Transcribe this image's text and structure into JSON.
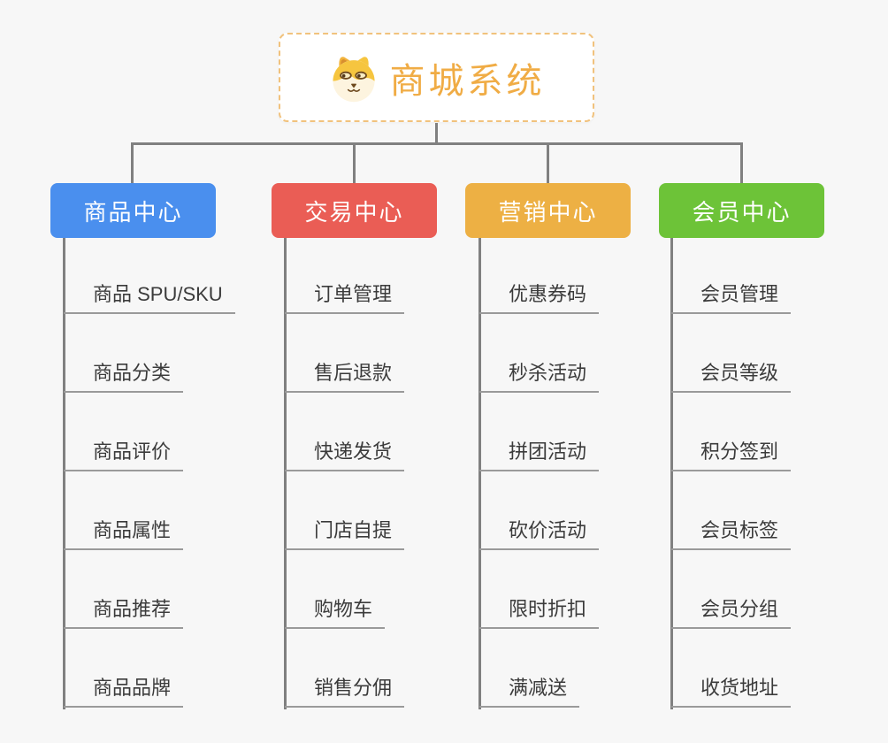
{
  "page": {
    "background_color": "#f7f7f7",
    "connector_color": "#808080",
    "leaf_underline_color": "#9a9a9a",
    "leaf_text_color": "#3b3b3b"
  },
  "root": {
    "title": "商城系统",
    "title_color": "#f0ac45",
    "border_color": "#f1c27d",
    "icon": "doge-icon"
  },
  "branches": [
    {
      "label": "商品中心",
      "color": "#4a8fee",
      "items": [
        "商品 SPU/SKU",
        "商品分类",
        "商品评价",
        "商品属性",
        "商品推荐",
        "商品品牌"
      ]
    },
    {
      "label": "交易中心",
      "color": "#ea5d55",
      "items": [
        "订单管理",
        "售后退款",
        "快递发货",
        "门店自提",
        "购物车",
        "销售分佣"
      ]
    },
    {
      "label": "营销中心",
      "color": "#edb044",
      "items": [
        "优惠券码",
        "秒杀活动",
        "拼团活动",
        "砍价活动",
        "限时折扣",
        "满减送"
      ]
    },
    {
      "label": "会员中心",
      "color": "#6dc338",
      "items": [
        "会员管理",
        "会员等级",
        "积分签到",
        "会员标签",
        "会员分组",
        "收货地址"
      ]
    }
  ]
}
